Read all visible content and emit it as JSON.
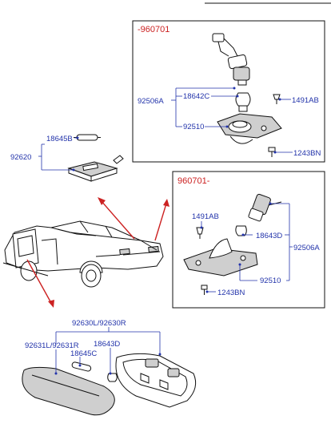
{
  "box_a": {
    "header": "-960701",
    "labels": {
      "assy": "92506A",
      "bulb": "18642C",
      "screw": "1491AB",
      "lens": "92510",
      "bolt": "1243BN"
    }
  },
  "box_b": {
    "header": "960701-",
    "labels": {
      "screw": "1491AB",
      "bulb": "18643D",
      "assy": "92506A",
      "lens": "92510",
      "bolt": "1243BN"
    }
  },
  "room_lamp": {
    "labels": {
      "bulb": "18645B",
      "assy": "92620"
    }
  },
  "courtesy_lamp": {
    "labels": {
      "assy": "92630L/92630R",
      "lens": "92631L/92631R",
      "bulb_a": "18645C",
      "bulb_b": "18643D"
    }
  },
  "colors": {
    "label": "#2233aa",
    "header": "#cc2222",
    "arrow": "#cc2222",
    "ink": "#111111"
  }
}
